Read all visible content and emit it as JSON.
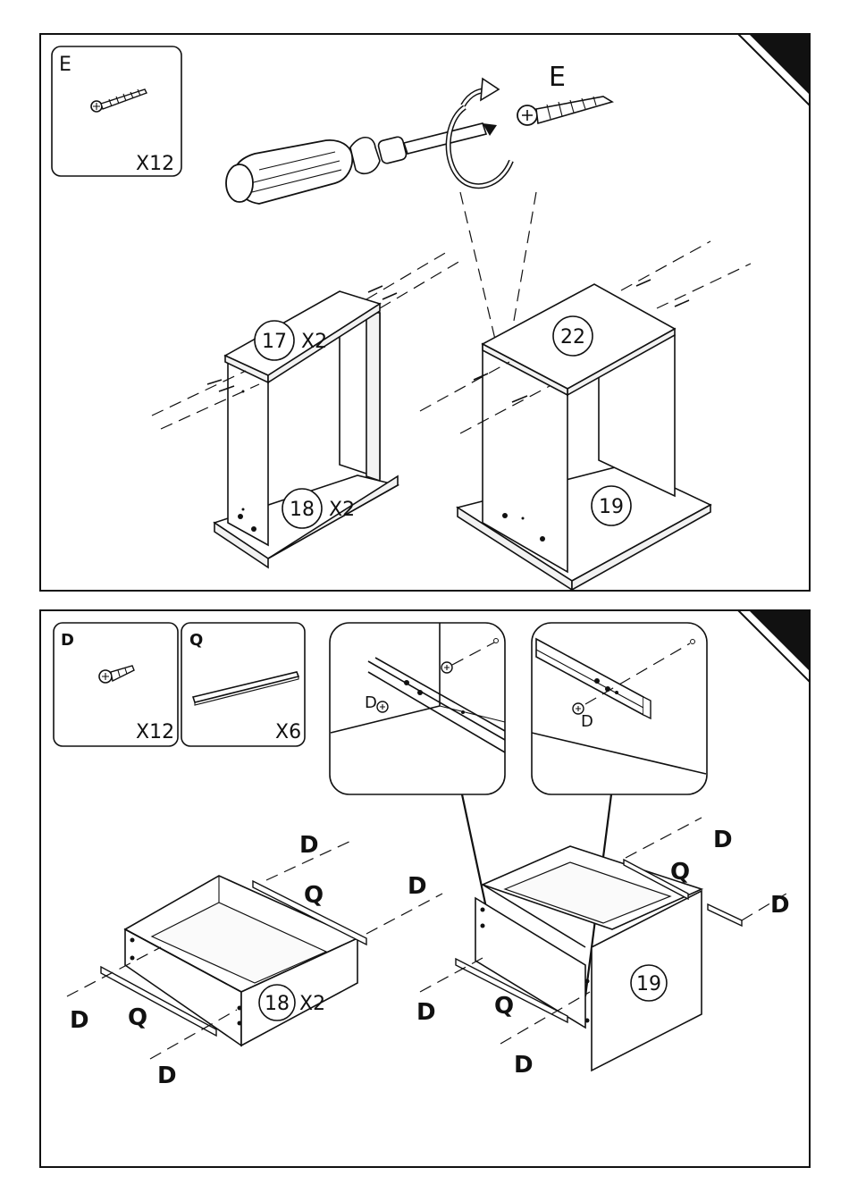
{
  "step1": {
    "parts_box": {
      "letter": "E",
      "qty": "X12"
    },
    "screw_label": "E",
    "callouts": [
      {
        "num": "17",
        "mult": "X2"
      },
      {
        "num": "18",
        "mult": "X2"
      },
      {
        "num": "22",
        "mult": ""
      },
      {
        "num": "19",
        "mult": ""
      }
    ]
  },
  "step2": {
    "parts_boxes": [
      {
        "letter": "D",
        "qty": "X12"
      },
      {
        "letter": "Q",
        "qty": "X6"
      }
    ],
    "detail_labels": [
      "D",
      "D"
    ],
    "callouts": [
      {
        "num": "18",
        "mult": "X2"
      },
      {
        "num": "19",
        "mult": ""
      }
    ],
    "part_labels": {
      "left_d_top": "D",
      "left_q_top": "Q",
      "left_d_right": "D",
      "left_d_left": "D",
      "left_q_bottom": "Q",
      "left_d_bottom": "D",
      "right_d_top": "D",
      "right_q_top": "Q",
      "right_d_right": "D",
      "right_d_left": "D",
      "right_q_bottom": "Q",
      "right_d_bottom": "D"
    }
  }
}
